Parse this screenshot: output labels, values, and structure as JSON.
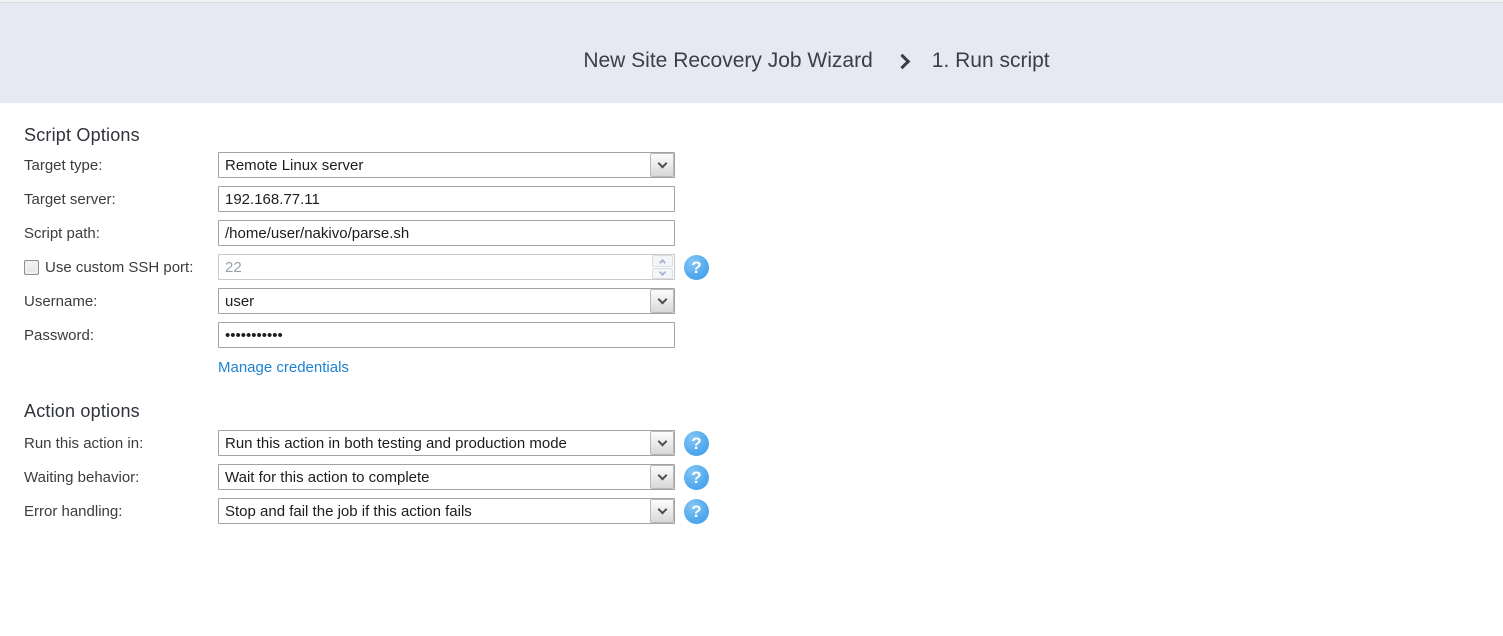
{
  "header": {
    "title": "New Site Recovery Job Wizard",
    "step": "1. Run script"
  },
  "script_options": {
    "heading": "Script Options",
    "target_type": {
      "label": "Target type:",
      "value": "Remote Linux server"
    },
    "target_server": {
      "label": "Target server:",
      "value": "192.168.77.11"
    },
    "script_path": {
      "label": "Script path:",
      "value": "/home/user/nakivo/parse.sh"
    },
    "ssh_port": {
      "label": "Use custom SSH port:",
      "value": "22",
      "checked": false,
      "disabled": true
    },
    "username": {
      "label": "Username:",
      "value": "user"
    },
    "password": {
      "label": "Password:",
      "value": "•••••••••••"
    },
    "manage_credentials_label": "Manage credentials"
  },
  "action_options": {
    "heading": "Action options",
    "run_in": {
      "label": "Run this action in:",
      "value": "Run this action in both testing and production mode"
    },
    "waiting": {
      "label": "Waiting behavior:",
      "value": "Wait for this action to complete"
    },
    "error": {
      "label": "Error handling:",
      "value": "Stop and fail the job if this action fails"
    }
  },
  "icons": {
    "help_glyph": "?"
  },
  "colors": {
    "header_bg": "#e6e9f1",
    "help_blue": "#55abee",
    "link_blue": "#1e82d2"
  }
}
